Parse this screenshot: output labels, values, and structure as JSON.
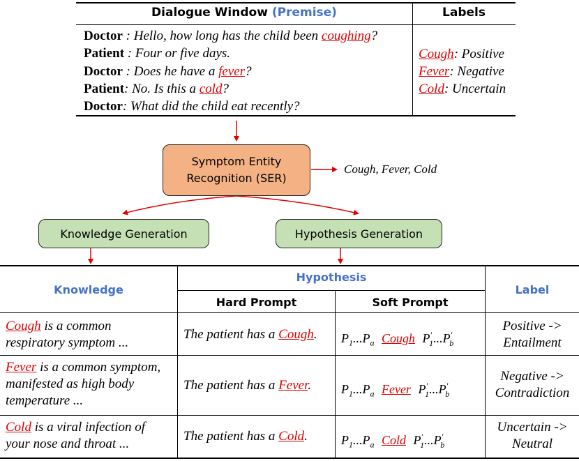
{
  "top_table": {
    "header_left_prefix": "Dialogue Window",
    "header_left_highlight": "(Premise)",
    "header_right": "Labels",
    "dialogue": [
      {
        "speaker": "Doctor",
        "sep": " : ",
        "pre": "Hello, how long has the child been ",
        "entity": "coughing",
        "post": "?"
      },
      {
        "speaker": "Patient",
        "sep": " : ",
        "pre": "Four or five days.",
        "entity": "",
        "post": ""
      },
      {
        "speaker": "Doctor",
        "sep": " : ",
        "pre": "Does he have a ",
        "entity": "fever",
        "post": "?"
      },
      {
        "speaker": "Patient",
        "sep": ": ",
        "pre": "No. Is this a ",
        "entity": "cold",
        "post": "?"
      },
      {
        "speaker": "Doctor",
        "sep": ": ",
        "pre": "What did the child eat recently?",
        "entity": "",
        "post": ""
      }
    ],
    "labels": [
      {
        "entity": "Cough",
        "value": ": Positive"
      },
      {
        "entity": "Fever",
        "value": ": Negative"
      },
      {
        "entity": "Cold",
        "value": ": Uncertain"
      }
    ]
  },
  "ser": {
    "line1": "Symptom Entity",
    "line2": "Recognition (SER)",
    "output": "Cough, Fever, Cold"
  },
  "knowledge_generation": "Knowledge Generation",
  "hypothesis_generation": "Hypothesis Generation",
  "bottom_table": {
    "col_knowledge": "Knowledge",
    "col_hypothesis": "Hypothesis",
    "col_hard": "Hard Prompt",
    "col_soft": "Soft Prompt",
    "col_label": "Label",
    "rows": [
      {
        "k_entity": "Cough",
        "k_line1_rest": " is a common",
        "k_line2": "respiratory symptom ...",
        "k_line3": "",
        "hard_pre": "The patient has a ",
        "entity": "Cough",
        "hard_post": ".",
        "label_line1": "Positive ->",
        "label_line2": "Entailment"
      },
      {
        "k_entity": "Fever",
        "k_line1_rest": " is a common symptom,",
        "k_line2": "manifested as high body",
        "k_line3": "temperature ...",
        "hard_pre": "The patient has a ",
        "entity": "Fever",
        "hard_post": ".",
        "label_line1": "Negative ->",
        "label_line2": "Contradiction"
      },
      {
        "k_entity": "Cold",
        "k_line1_rest": " is a viral infection of",
        "k_line2": "your nose and throat ...",
        "k_line3": "",
        "hard_pre": "The patient has a ",
        "entity": "Cold",
        "hard_post": ".",
        "label_line1": "Uncertain ->",
        "label_line2": "Neutral"
      }
    ],
    "soft_prefix_P": "P",
    "soft_sub_1": "1",
    "soft_sub_a": "a",
    "soft_sub_b": "b",
    "soft_ellipsis": "...",
    "soft_prime": "′"
  },
  "colors": {
    "entity": "#e00000",
    "blue_header": "#4472c4",
    "ser_fill": "#f4b183",
    "gen_fill": "#c5e0b4"
  }
}
